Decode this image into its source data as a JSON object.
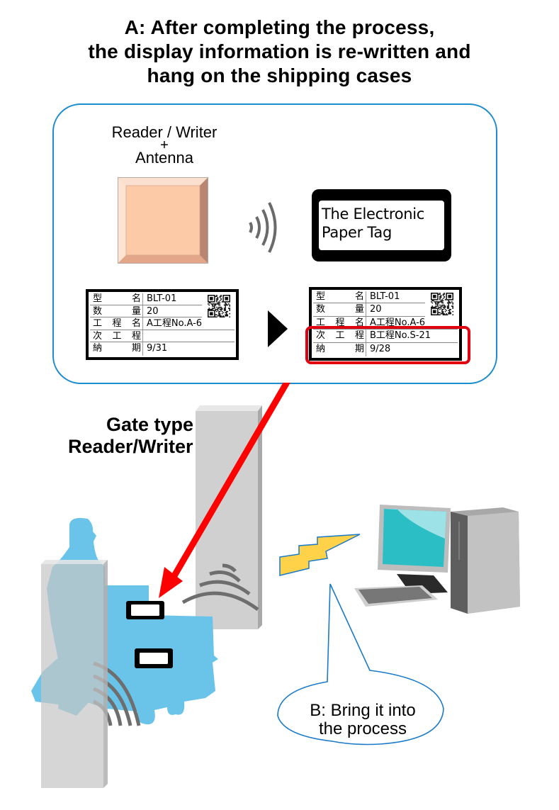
{
  "title": {
    "lines": [
      "A: After completing the process,",
      "the display information is re-written and",
      "hang on the shipping cases"
    ]
  },
  "panel": {
    "reader_writer_label": {
      "line1": "Reader / Writer",
      "plus": "+",
      "line2": "Antenna"
    },
    "epaper_tag": {
      "line1": "The Electronic",
      "line2": "Paper Tag"
    },
    "label_before": {
      "rows": [
        {
          "key": [
            "型",
            "名"
          ],
          "value": "BLT-01"
        },
        {
          "key": [
            "数",
            "量"
          ],
          "value": "20"
        },
        {
          "key": [
            "工",
            "程",
            "名"
          ],
          "value": "A工程No.A-6"
        },
        {
          "key": [
            "次",
            "工",
            "程"
          ],
          "value": ""
        },
        {
          "key": [
            "納",
            "期"
          ],
          "value": "9/31"
        }
      ]
    },
    "label_after": {
      "rows": [
        {
          "key": [
            "型",
            "名"
          ],
          "value": "BLT-01"
        },
        {
          "key": [
            "数",
            "量"
          ],
          "value": "20"
        },
        {
          "key": [
            "工",
            "程",
            "名"
          ],
          "value": "A工程No.A-6"
        },
        {
          "key": [
            "次",
            "工",
            "程"
          ],
          "value": "B工程No.S-21"
        },
        {
          "key": [
            "納",
            "期"
          ],
          "value": "9/28"
        }
      ]
    },
    "highlight_color": "#e00010"
  },
  "gate": {
    "line1": "Gate type",
    "line2": "Reader/Writer"
  },
  "bubble": {
    "line1": "B: Bring it into",
    "line2": "the process"
  },
  "colors": {
    "panel_border": "#1d8ccc",
    "arrow": "#ff0000",
    "cart": "#6ac4ea",
    "gate_pillar": "#d0d0d0",
    "lightning": "#ffd24a",
    "antenna_fill": "#fdcaa8"
  }
}
